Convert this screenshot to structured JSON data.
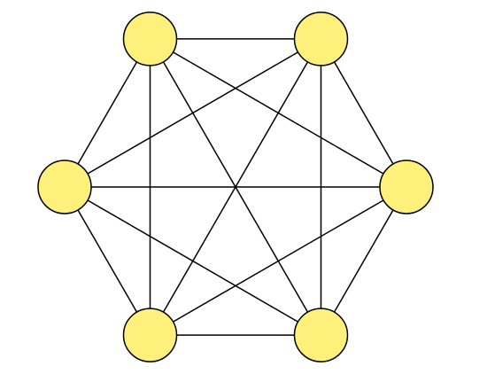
{
  "diagram": {
    "type": "complete-graph",
    "node_count": 6,
    "edge_count": 15,
    "node_fill": "#fdf07b",
    "node_stroke": "#000000",
    "edge_color": "#000000",
    "background": "#ffffff"
  }
}
